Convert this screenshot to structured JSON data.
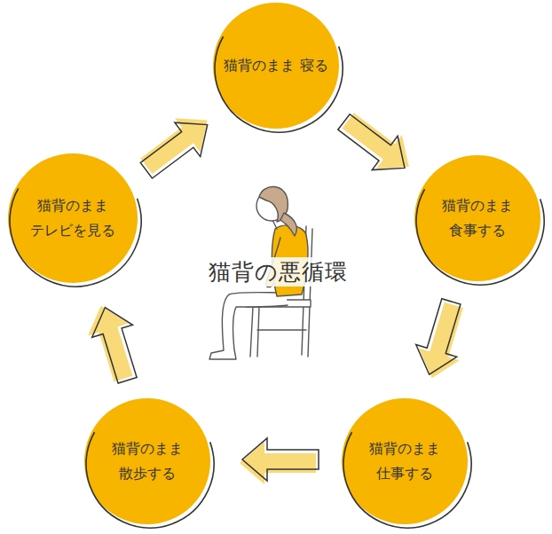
{
  "diagram": {
    "title": "猫背の悪循環",
    "nodes": [
      {
        "text": [
          "猫背のまま 寝る"
        ]
      },
      {
        "text": [
          "猫背のまま 食事する"
        ]
      },
      {
        "text": [
          "猫背のまま 仕事する"
        ]
      },
      {
        "text": [
          "猫背のまま 散歩する"
        ]
      },
      {
        "text": [
          "猫背のまま テレビを見る"
        ]
      }
    ],
    "edges": [
      {
        "from": 0,
        "to": 1,
        "arrow": "to"
      },
      {
        "from": 1,
        "to": 2,
        "arrow": "to"
      },
      {
        "from": 2,
        "to": 3,
        "arrow": "to"
      },
      {
        "from": 3,
        "to": 4,
        "arrow": "to"
      },
      {
        "from": 4,
        "to": 0,
        "arrow": "to"
      }
    ]
  }
}
